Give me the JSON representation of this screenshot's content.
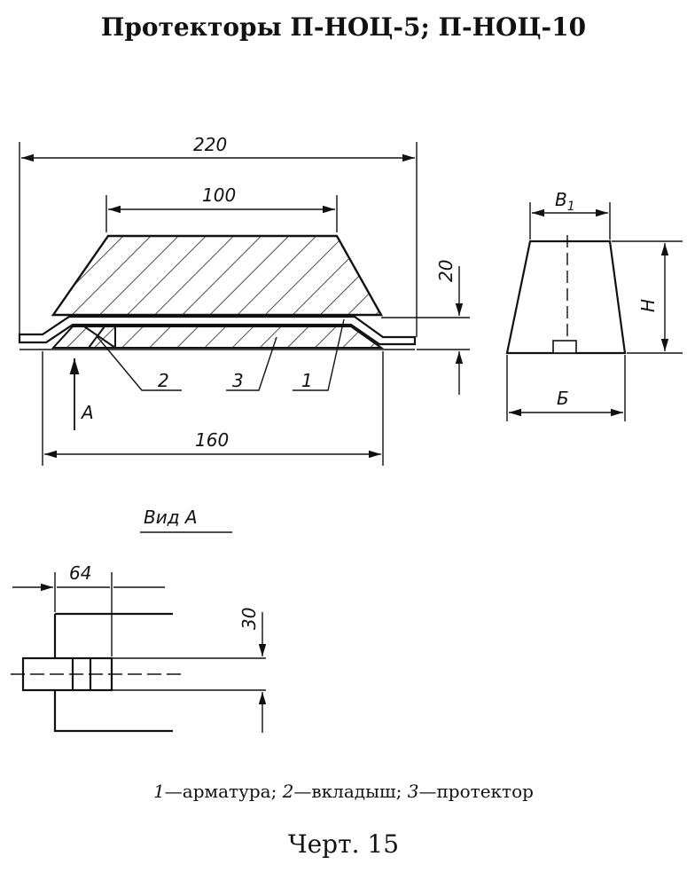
{
  "title": "Протекторы П-НОЦ-5; П-НОЦ-10",
  "dimensions": {
    "overall_length": "220",
    "top_width": "100",
    "height_20": "20",
    "base_length": "160",
    "view_width": "64",
    "view_height": "30"
  },
  "labels": {
    "callout_1": "1",
    "callout_2": "2",
    "callout_3": "3",
    "arrow_a": "A",
    "b1": "B",
    "b1_sub": "1",
    "h": "H",
    "b": "Б",
    "view_a": "Вид А"
  },
  "legend": {
    "n1": "1",
    "t1": "—арматура; ",
    "n2": "2",
    "t2": "—вкладыш; ",
    "n3": "3",
    "t3": "—протектор"
  },
  "caption": "Черт. 15"
}
